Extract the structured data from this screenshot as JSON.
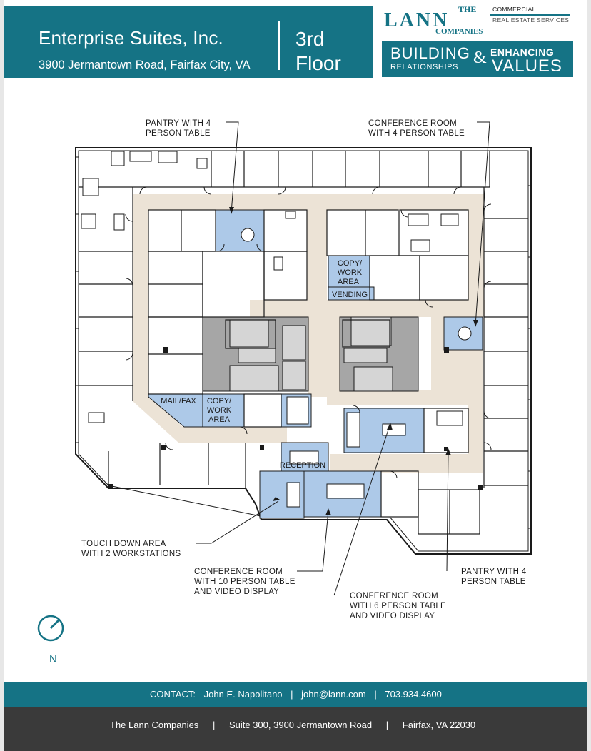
{
  "header": {
    "company": "Enterprise Suites, Inc.",
    "address": "3900 Jermantown Road, Fairfax City, VA",
    "floor_line1": "3rd",
    "floor_line2": "Floor"
  },
  "brand": {
    "the": "THE",
    "lann": "LANN",
    "companies": "COMPANIES",
    "commercial": "COMMERCIAL",
    "real_estate": "REAL ESTATE SERVICES",
    "building": "BUILDING",
    "relationships": "RELATIONSHIPS",
    "amp": "&",
    "enhancing": "ENHANCING",
    "values": "VALUES"
  },
  "callouts": {
    "pantry_top": [
      "PANTRY WITH 4",
      "PERSON TABLE"
    ],
    "conf_top": [
      "CONFERENCE ROOM",
      "WITH 4 PERSON TABLE"
    ],
    "touchdown": [
      "TOUCH DOWN AREA",
      "WITH 2 WORKSTATIONS"
    ],
    "conf10": [
      "CONFERENCE ROOM",
      "WITH 10 PERSON TABLE",
      "AND VIDEO DISPLAY"
    ],
    "conf6": [
      "CONFERENCE ROOM",
      "WITH 6 PERSON TABLE",
      "AND VIDEO DISPLAY"
    ],
    "pantry_bottom": [
      "PANTRY WITH 4",
      "PERSON TABLE"
    ]
  },
  "rooms": {
    "copy_work_1": [
      "COPY/",
      "WORK",
      "AREA"
    ],
    "vending": "VENDING",
    "mail_fax": "MAIL/FAX",
    "copy_work_2": [
      "COPY/",
      "WORK",
      "AREA"
    ],
    "reception": "RECEPTION"
  },
  "compass": {
    "label": "N"
  },
  "contact": {
    "label": "CONTACT:",
    "name": "John E. Napolitano",
    "email": "john@lann.com",
    "phone": "703.934.4600",
    "sep": "|"
  },
  "footer": {
    "company": "The Lann Companies",
    "suite": "Suite 300, 3900 Jermantown Road",
    "city": "Fairfax, VA 22030",
    "sep": "|"
  },
  "colors": {
    "teal": "#157385",
    "corridor": "#ece3d6",
    "highlight": "#adc9e8",
    "core": "#a6a6a6",
    "footer": "#3a3a3a"
  }
}
